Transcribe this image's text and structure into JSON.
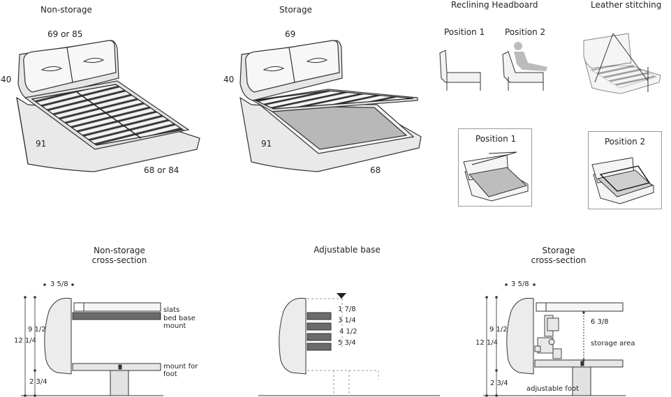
{
  "titles": {
    "non_storage": "Non-storage",
    "storage": "Storage",
    "reclining": "Reclining Headboard",
    "leather": "Leather stitching",
    "pos1_top": "Position 1",
    "pos2_top": "Position 2",
    "pos1_box": "Position 1",
    "pos2_box": "Position 2",
    "ns_cross_1": "Non-storage",
    "ns_cross_2": "cross-section",
    "adjustable": "Adjustable base",
    "st_cross_1": "Storage",
    "st_cross_2": "cross-section"
  },
  "dims": {
    "ns_width": "69 or 85",
    "ns_height": "40",
    "ns_length": "91",
    "ns_inner": "68 or 84",
    "st_width": "69",
    "st_height": "40",
    "st_length": "91",
    "st_inner": "68"
  },
  "cross_ns": {
    "top": "3 5/8",
    "mid": "9 1/2",
    "total": "12 1/4",
    "foot": "2 3/4",
    "slats": "slats",
    "mount_1": "bed base",
    "mount_2": "mount",
    "foot_1": "mount for",
    "foot_2": "foot"
  },
  "adjust": {
    "h1": "1 7/8",
    "h2": "3 1/4",
    "h3": "4 1/2",
    "h4": "5 3/4"
  },
  "cross_st": {
    "top": "3 5/8",
    "mid": "9 1/2",
    "total": "12 1/4",
    "foot": "2 3/4",
    "depth": "6 3/8",
    "storage": "storage area",
    "adj_foot": "adjustable foot"
  }
}
